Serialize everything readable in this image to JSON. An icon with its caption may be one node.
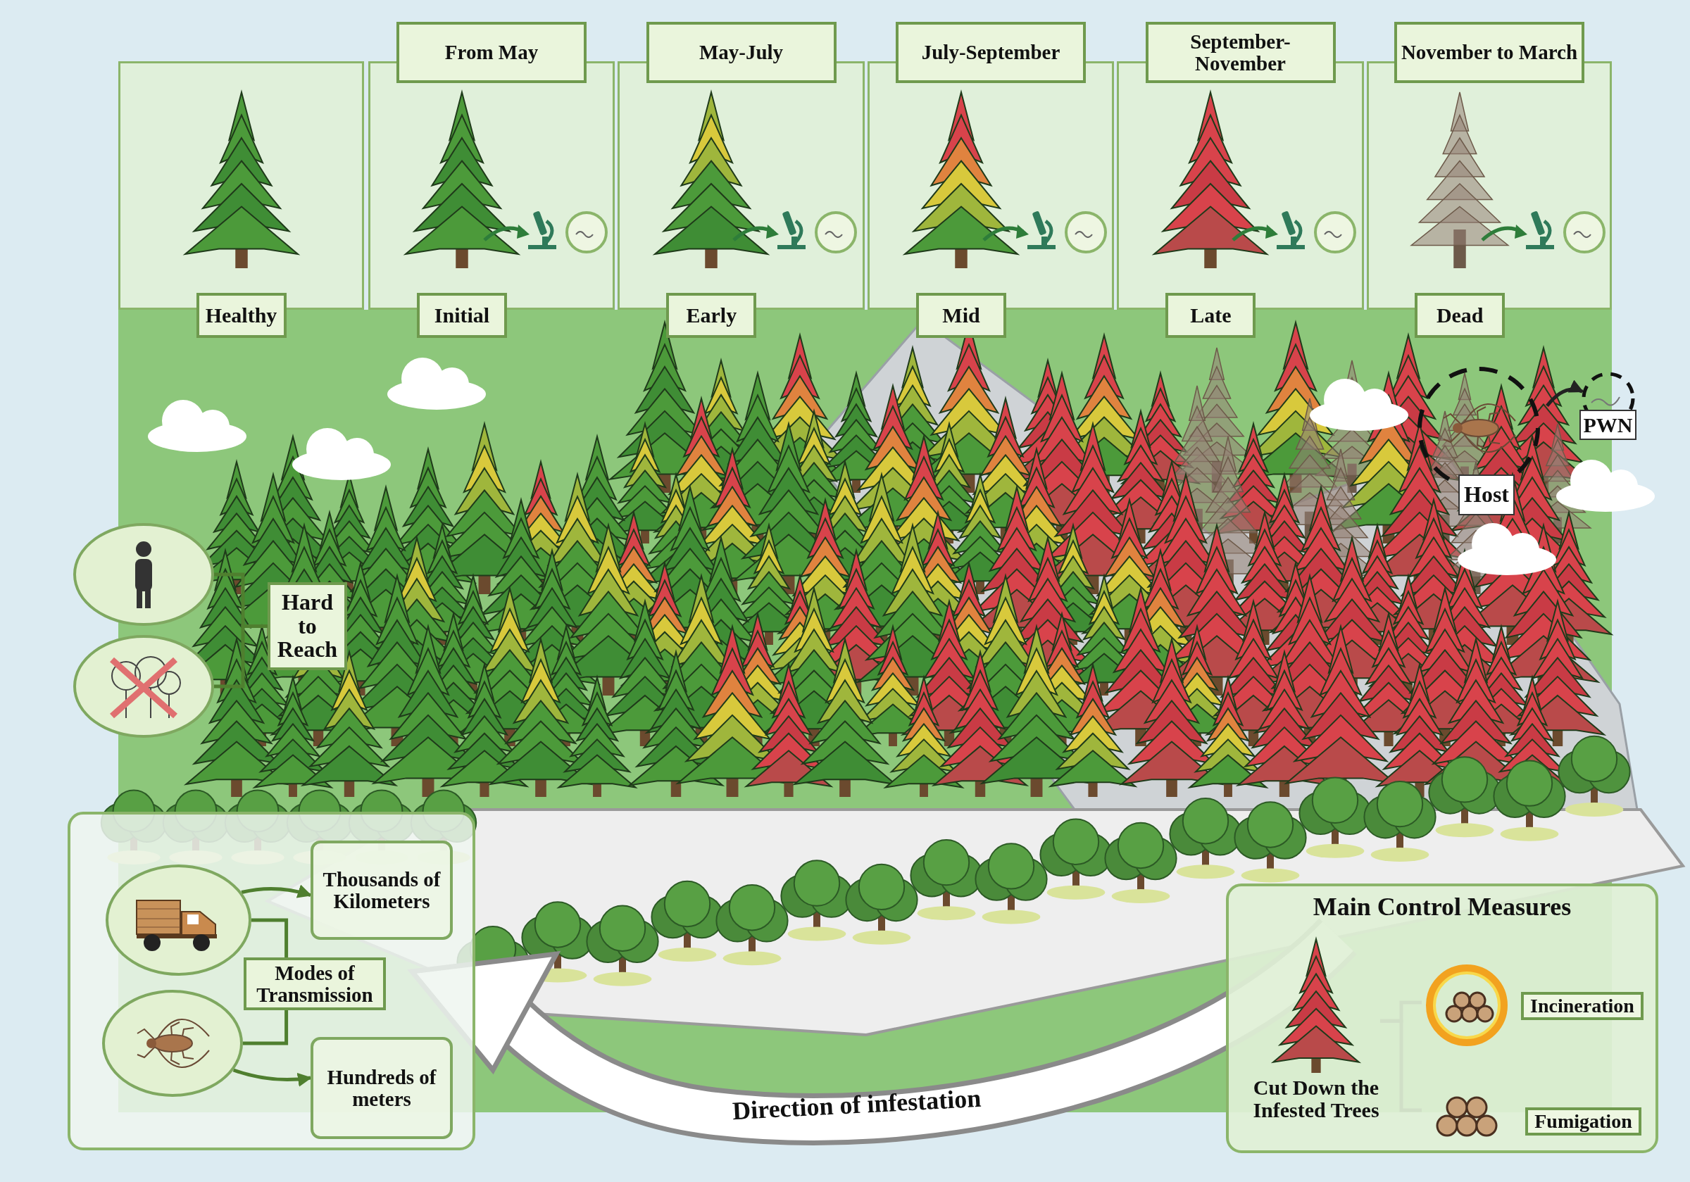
{
  "diagram": {
    "nodes": [
      {
        "text": [
          "Healthy"
        ]
      },
      {
        "text": [
          "From May",
          "Initial"
        ]
      },
      {
        "text": [
          "May-July",
          "Early"
        ]
      },
      {
        "text": [
          "July-September",
          "Mid"
        ]
      },
      {
        "text": [
          "September-November",
          "Late"
        ]
      },
      {
        "text": [
          "November to March",
          "Dead"
        ]
      },
      {
        "text": [],
        "shape": "picture"
      },
      {
        "text": [],
        "shape": "picture"
      },
      {
        "text": [
          "Hard to Reach"
        ]
      },
      {
        "text": [],
        "shape": "picture"
      },
      {
        "text": [],
        "shape": "picture"
      },
      {
        "text": [
          "Modes of Transmission"
        ]
      },
      {
        "text": [
          "Thousands of Kilometers"
        ]
      },
      {
        "text": [
          "Hundreds of meters"
        ]
      },
      {
        "text": [
          "Host"
        ]
      },
      {
        "text": [
          "PWN"
        ]
      },
      {
        "text": [
          "Main Control Measures"
        ]
      },
      {
        "text": [
          "Cut Down the Infested Trees"
        ],
        "in": 16
      },
      {
        "text": [
          "Incineration"
        ],
        "in": 16
      },
      {
        "text": [
          "Fumigation"
        ],
        "in": 16
      }
    ],
    "edges": [
      {
        "from": 6,
        "to": 8,
        "arrow": "none"
      },
      {
        "from": 7,
        "to": 8,
        "arrow": "none"
      },
      {
        "from": 9,
        "to": 11,
        "arrow": "none"
      },
      {
        "from": 10,
        "to": 11,
        "arrow": "none"
      },
      {
        "from": 9,
        "to": 12,
        "arrow": "to"
      },
      {
        "from": 10,
        "to": 13,
        "arrow": "to"
      },
      {
        "from": 14,
        "to": 15,
        "arrow": "to",
        "color": "#222222"
      },
      {
        "from": 17,
        "to": 18,
        "arrow": "none",
        "color": "#222222"
      },
      {
        "from": 17,
        "to": 19,
        "arrow": "none",
        "color": "#222222"
      }
    ],
    "labels": [
      "Direction of infestation"
    ]
  }
}
